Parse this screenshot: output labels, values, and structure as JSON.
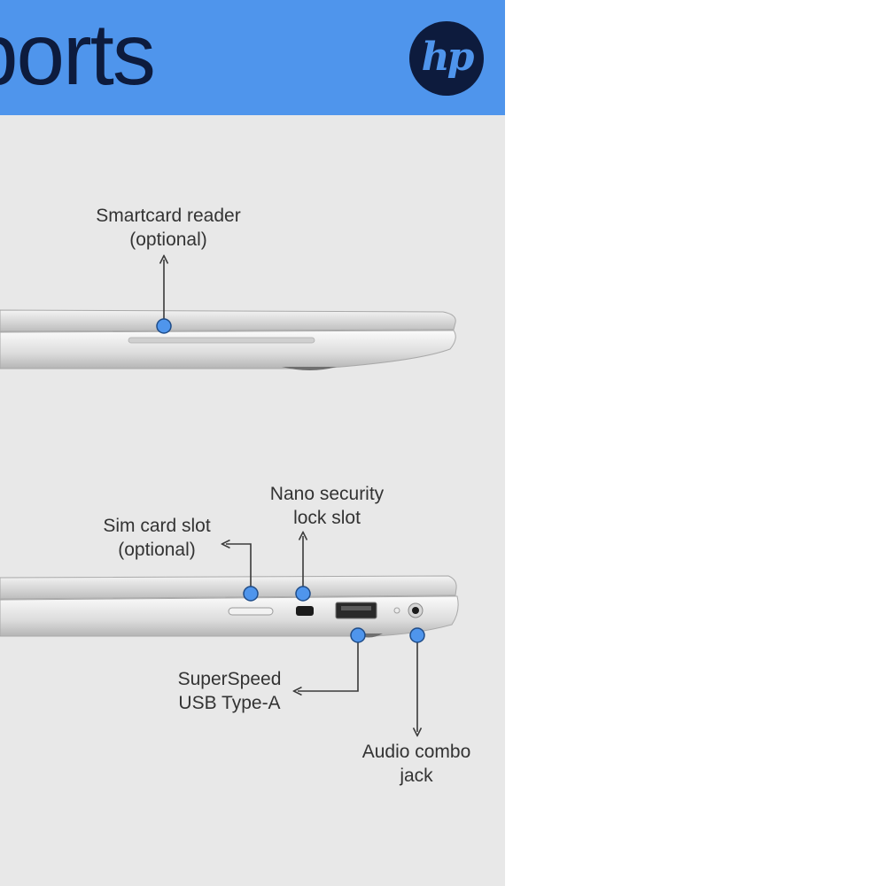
{
  "header": {
    "title": "ports",
    "logo_text": "hp"
  },
  "colors": {
    "header_bg": "#4f95ec",
    "panel_bg": "#e8e8e8",
    "title_text": "#0d1b3d",
    "callout_dot": "#4f95ec",
    "label_text": "#333333"
  },
  "callouts": {
    "smartcard": {
      "line1": "Smartcard reader",
      "line2": "(optional)"
    },
    "sim": {
      "line1": "Sim card slot",
      "line2": "(optional)"
    },
    "nano_lock": {
      "line1": "Nano security",
      "line2": "lock slot"
    },
    "usb_a": {
      "line1": "SuperSpeed",
      "line2": "USB Type-A"
    },
    "audio": {
      "line1": "Audio combo",
      "line2": "jack"
    }
  }
}
